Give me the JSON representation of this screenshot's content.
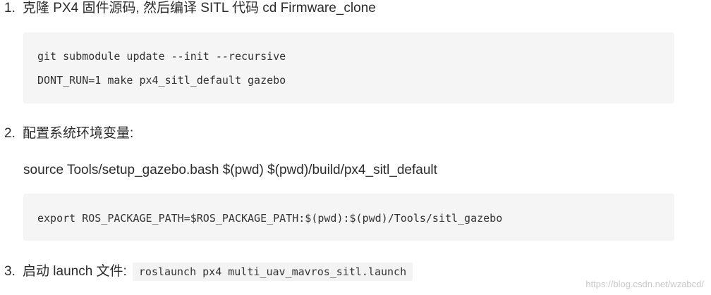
{
  "steps": [
    {
      "number": "1.",
      "text": "克隆 PX4 固件源码, 然后编译 SITL 代码 cd Firmware_clone",
      "code_lines": [
        "git submodule update --init --recursive",
        "DONT_RUN=1 make px4_sitl_default gazebo"
      ]
    },
    {
      "number": "2.",
      "text": "配置系统环境变量:",
      "paragraph": "source Tools/setup_gazebo.bash $(pwd) $(pwd)/build/px4_sitl_default",
      "code_lines": [
        "export ROS_PACKAGE_PATH=$ROS_PACKAGE_PATH:$(pwd):$(pwd)/Tools/sitl_gazebo"
      ]
    },
    {
      "number": "3.",
      "text": "启动 launch 文件:",
      "inline_code": "roslaunch px4 multi_uav_mavros_sitl.launch"
    }
  ],
  "watermark": "https://blog.csdn.net/wzabcd/"
}
